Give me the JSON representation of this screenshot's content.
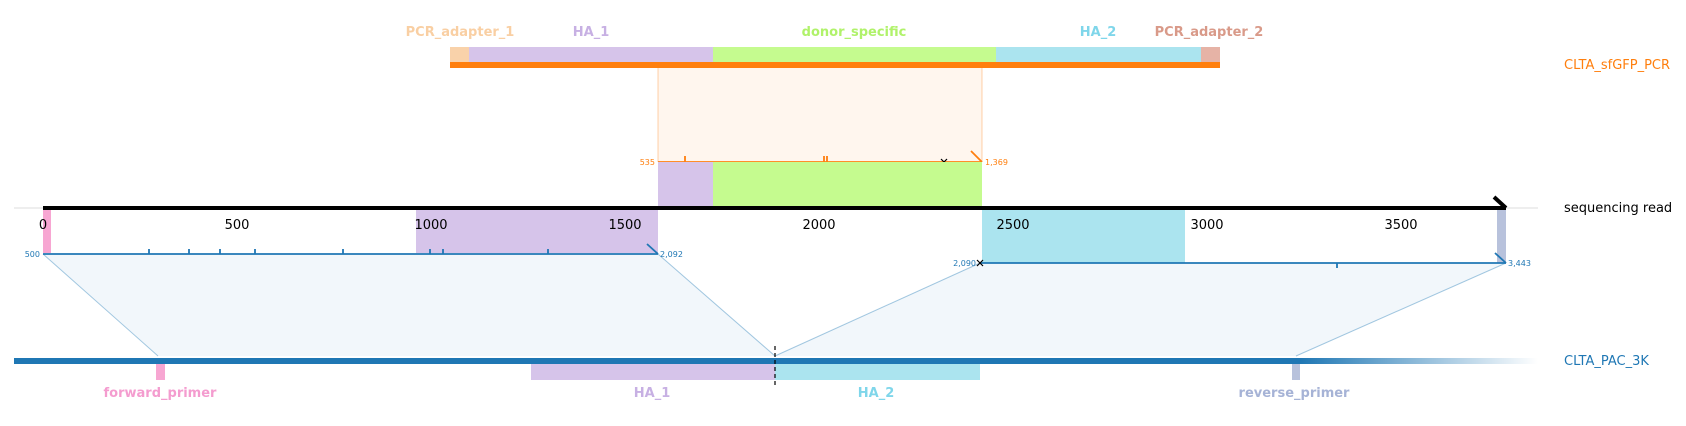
{
  "read": {
    "label": "sequencing read",
    "length": 3850,
    "ticks": [
      "0",
      "500",
      "1000",
      "1500",
      "2000",
      "2500",
      "3000",
      "3500"
    ],
    "features": [
      {
        "name": "forward_primer",
        "start": 0,
        "end": 25,
        "color": "#f7a6d2"
      },
      {
        "name": "HA_1",
        "start": 960,
        "end": 1580,
        "color": "#d6c4ea"
      },
      {
        "name": "HA_1",
        "start": 1580,
        "end": 1720,
        "color": "#d6c4ea"
      },
      {
        "name": "donor_specific",
        "start": 1720,
        "end": 2420,
        "color": "#c5fb8f"
      },
      {
        "name": "HA_2",
        "start": 2420,
        "end": 2950,
        "color": "#abe4ef"
      },
      {
        "name": "reverse_primer",
        "start": 3825,
        "end": 3850,
        "color": "#b8c2dc"
      }
    ]
  },
  "targets": {
    "top": {
      "label": "CLTA_sfGFP_PCR",
      "color": "#ff7f0e",
      "features": [
        {
          "name": "PCR_adapter_1",
          "color": "#f9d2aa",
          "label_color": "#f9cfa3"
        },
        {
          "name": "HA_1",
          "color": "#d6c4ea",
          "label_color": "#c7b0e3"
        },
        {
          "name": "donor_specific",
          "color": "#c5fb8f",
          "label_color": "#b0f26a"
        },
        {
          "name": "HA_2",
          "color": "#abe4ef",
          "label_color": "#7fd6ea"
        },
        {
          "name": "PCR_adapter_2",
          "color": "#e6b3a6",
          "label_color": "#d99a89"
        }
      ]
    },
    "bottom": {
      "label": "CLTA_PAC_3K",
      "color": "#1f77b4",
      "features": [
        {
          "name": "forward_primer",
          "color": "#f7a6d2",
          "label_color": "#f49ccf"
        },
        {
          "name": "HA_1",
          "color": "#d6c4ea",
          "label_color": "#c7b0e3"
        },
        {
          "name": "HA_2",
          "color": "#abe4ef",
          "label_color": "#7fd6ea"
        },
        {
          "name": "reverse_primer",
          "color": "#b8c2dc",
          "label_color": "#a6b3d6"
        }
      ]
    }
  },
  "alignments": [
    {
      "target": "CLTA_sfGFP_PCR",
      "read_start": 1595,
      "read_end": 2430,
      "start_label": "535",
      "end_label": "1,369",
      "color": "#ff7f0e"
    },
    {
      "target": "CLTA_PAC_3K",
      "read_start": 0,
      "read_end": 1590,
      "start_label": "500",
      "end_label": "2,092",
      "color": "#1f77b4"
    },
    {
      "target": "CLTA_PAC_3K",
      "read_start": 2425,
      "read_end": 3830,
      "start_label": "2,090",
      "end_label": "3,443",
      "color": "#1f77b4"
    }
  ]
}
